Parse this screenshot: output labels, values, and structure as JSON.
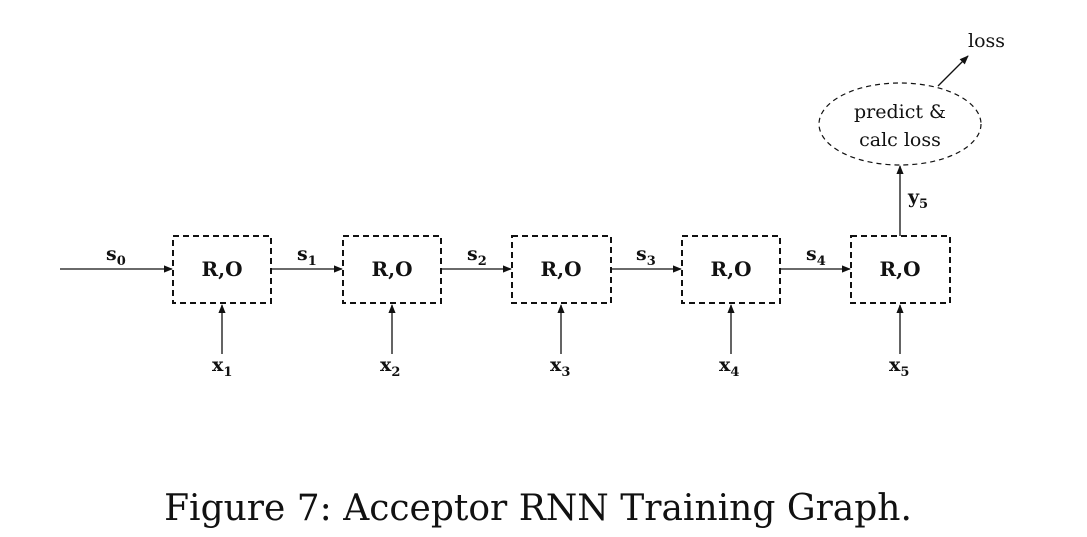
{
  "diagram": {
    "nodes": [
      {
        "id": "n1",
        "label": "R,O",
        "input": {
          "base": "x",
          "sub": "1"
        }
      },
      {
        "id": "n2",
        "label": "R,O",
        "input": {
          "base": "x",
          "sub": "2"
        }
      },
      {
        "id": "n3",
        "label": "R,O",
        "input": {
          "base": "x",
          "sub": "3"
        }
      },
      {
        "id": "n4",
        "label": "R,O",
        "input": {
          "base": "x",
          "sub": "4"
        }
      },
      {
        "id": "n5",
        "label": "R,O",
        "input": {
          "base": "x",
          "sub": "5"
        }
      }
    ],
    "states": [
      {
        "base": "s",
        "sub": "0"
      },
      {
        "base": "s",
        "sub": "1"
      },
      {
        "base": "s",
        "sub": "2"
      },
      {
        "base": "s",
        "sub": "3"
      },
      {
        "base": "s",
        "sub": "4"
      }
    ],
    "output": {
      "base": "y",
      "sub": "5"
    },
    "predict_node": {
      "line1": "predict &",
      "line2": "calc loss"
    },
    "loss_label": "loss"
  },
  "caption": "Figure 7: Acceptor RNN Training Graph."
}
